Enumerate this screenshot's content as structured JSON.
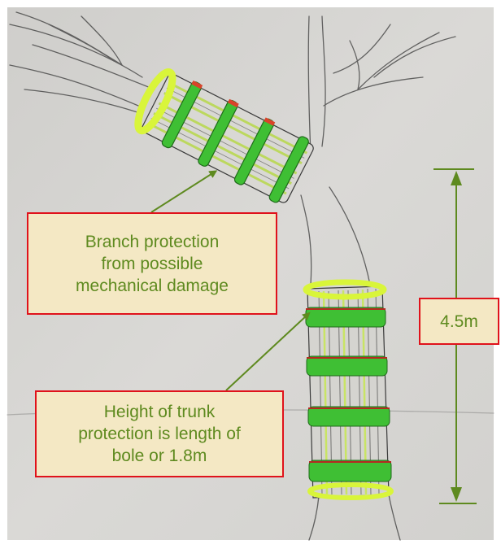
{
  "diagram": {
    "callouts": {
      "branch": "Branch protection\nfrom possible\nmechanical damage",
      "trunk": "Height of trunk\nprotection is length of\nbole or 1.8m",
      "height": "4.5m"
    },
    "colors": {
      "paper": "#d6d5d2",
      "frame": "#ffffff",
      "pencil": "#3a3a3a",
      "neon_green": "#55d63a",
      "neon_yellow": "#d9f53a",
      "red_band": "#b52a20",
      "arrow_green": "#5e8a1f",
      "callout_fill": "#f4e8c4",
      "callout_border": "#e0121b"
    }
  }
}
